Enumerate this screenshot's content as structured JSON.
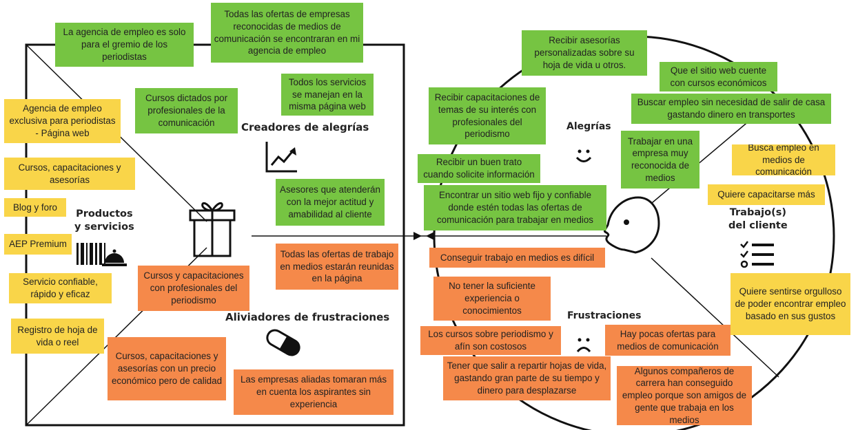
{
  "sections": {
    "gain_creators": "Creadores de alegrías",
    "products_services": "Productos\ny servicios",
    "pain_relievers": "Aliviadores de frustraciones",
    "gains": "Alegrías",
    "customer_jobs": "Trabajo(s)\ndel cliente",
    "pains": "Frustraciones"
  },
  "colors": {
    "gain_note": "#76c442",
    "product_note": "#f9d549",
    "pain_note": "#f5894a",
    "outline": "#111111"
  },
  "icons": {
    "products_services": "gift-icon",
    "gain_creators": "rising-chart-icon",
    "products_extra": "barcode-icon",
    "service": "service-bell-icon",
    "pain_relievers": "pill-icon",
    "gains": "smiley-icon",
    "pains": "sad-face-icon",
    "customer_jobs": "checklist-icon",
    "customer": "face-profile-icon"
  },
  "value_map": {
    "gain_creators": [
      "Todas las ofertas de empresas reconocidas de medios de comunicación se encontraran en mi agencia de empleo",
      "La agencia de empleo es solo para el gremio de los periodistas",
      "Todos los servicios se manejan en la misma página web",
      "Cursos dictados por profesionales de la comunicación",
      "Asesores que atenderán con la mejor actitud y amabilidad al cliente"
    ],
    "products_services": [
      "Agencia de empleo exclusiva para periodistas - Página web",
      "Cursos, capacitaciones y asesorías",
      "Blog y foro",
      "AEP Premium",
      "Servicio confiable, rápido y eficaz",
      "Registro de hoja de vida o reel"
    ],
    "pain_relievers": [
      "Todas las ofertas de trabajo en medios estarán reunidas en la página",
      "Cursos y capacitaciones con profesionales del periodismo",
      "Cursos, capacitaciones y asesorías con un precio económico pero de calidad",
      "Las empresas aliadas tomaran más en cuenta los aspirantes sin experiencia"
    ]
  },
  "customer_profile": {
    "gains": [
      "Recibir asesorías personalizadas sobre su hoja de vida u otros.",
      "Que el sitio web cuente con cursos económicos",
      "Buscar empleo sin necesidad de salir de casa gastando dinero en transportes",
      "Recibir capacitaciones de temas de su interés con profesionales del periodismo",
      "Trabajar en una empresa muy reconocida de medios",
      "Recibir un buen trato cuando solicite información",
      "Encontrar un sitio web fijo y confiable donde estén todas las ofertas de comunicación para trabajar en medios"
    ],
    "jobs": [
      "Busca empleo en medios de comunicación",
      "Quiere capacitarse más",
      "Quiere sentirse orgulloso de poder encontrar empleo basado en sus gustos"
    ],
    "pains": [
      "Conseguir trabajo en medios es difícil",
      "No tener la suficiente experiencia o conocimientos",
      "Los cursos sobre periodismo y afín son costosos",
      "Hay pocas ofertas para medios de comunicación",
      "Tener que salir a repartir hojas de vida, gastando gran parte de su tiempo y dinero para desplazarse",
      "Algunos compañeros de carrera han conseguido empleo porque son amigos de gente que trabaja en los medios"
    ]
  }
}
